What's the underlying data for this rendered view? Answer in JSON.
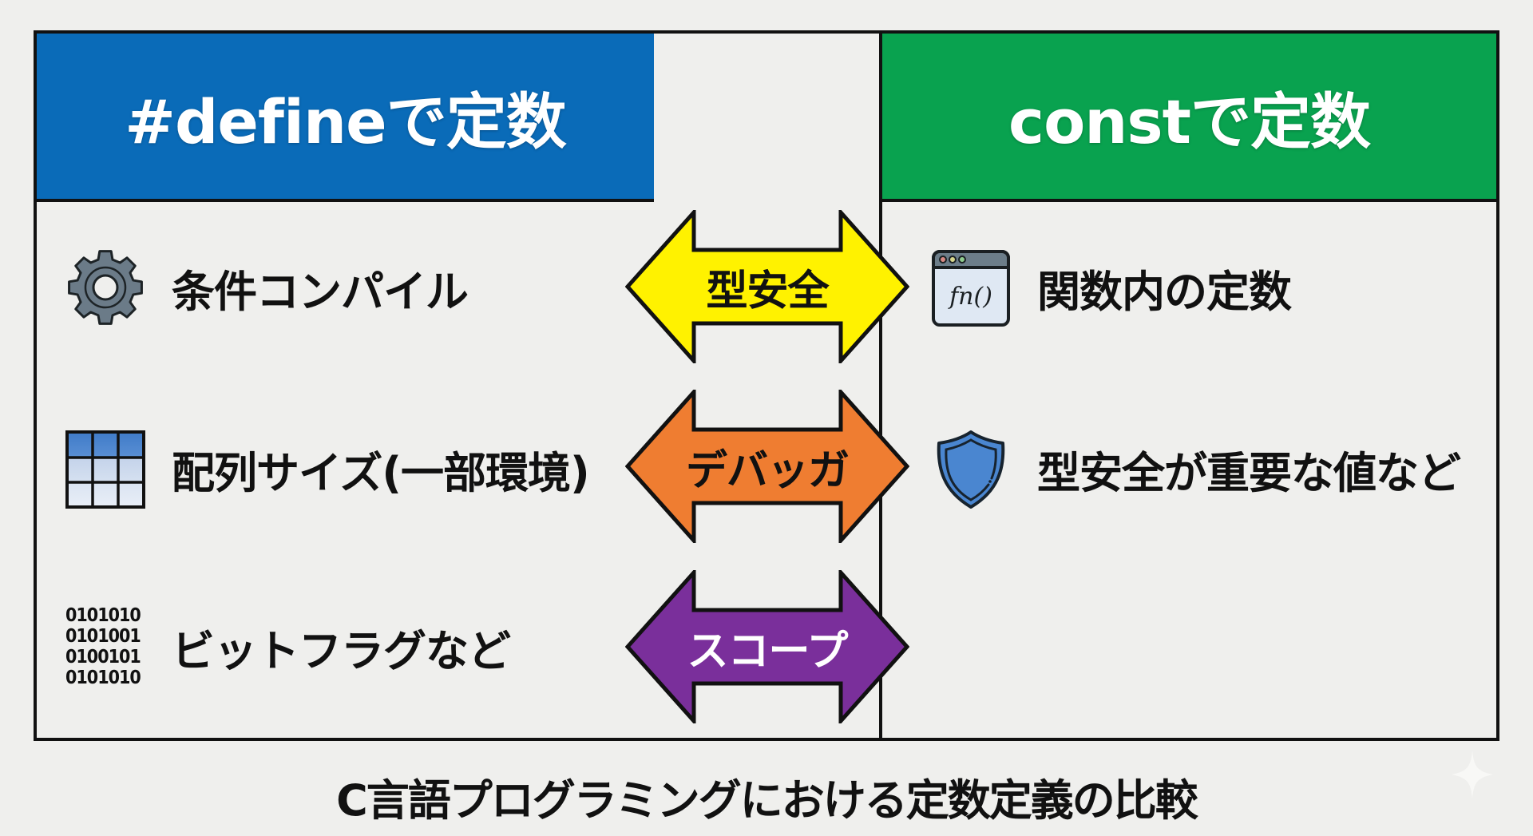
{
  "left_column": {
    "title": "#defineで定数",
    "color": "#0a6bb8",
    "items": [
      {
        "icon": "gear-icon",
        "label": "条件コンパイル"
      },
      {
        "icon": "grid-table-icon",
        "label": "配列サイズ(一部環境)"
      },
      {
        "icon": "binary-code-icon",
        "label": "ビットフラグなど",
        "binary_lines": [
          "0101010",
          "0101001",
          "0100101",
          "0101010"
        ]
      }
    ]
  },
  "right_column": {
    "title": "constで定数",
    "color": "#09a24f",
    "items": [
      {
        "icon": "function-window-icon",
        "label": "関数内の定数",
        "icon_text": "fn()"
      },
      {
        "icon": "shield-icon",
        "label": "型安全が重要な値など"
      }
    ]
  },
  "comparison_arrows": [
    {
      "label": "型安全",
      "fill": "#fff200",
      "text_color": "#111111"
    },
    {
      "label": "デバッガ",
      "fill": "#ef7d31",
      "text_color": "#111111"
    },
    {
      "label": "スコープ",
      "fill": "#7a2f9b",
      "text_color": "#ffffff"
    }
  ],
  "caption": "C言語プログラミングにおける定数定義の比較"
}
